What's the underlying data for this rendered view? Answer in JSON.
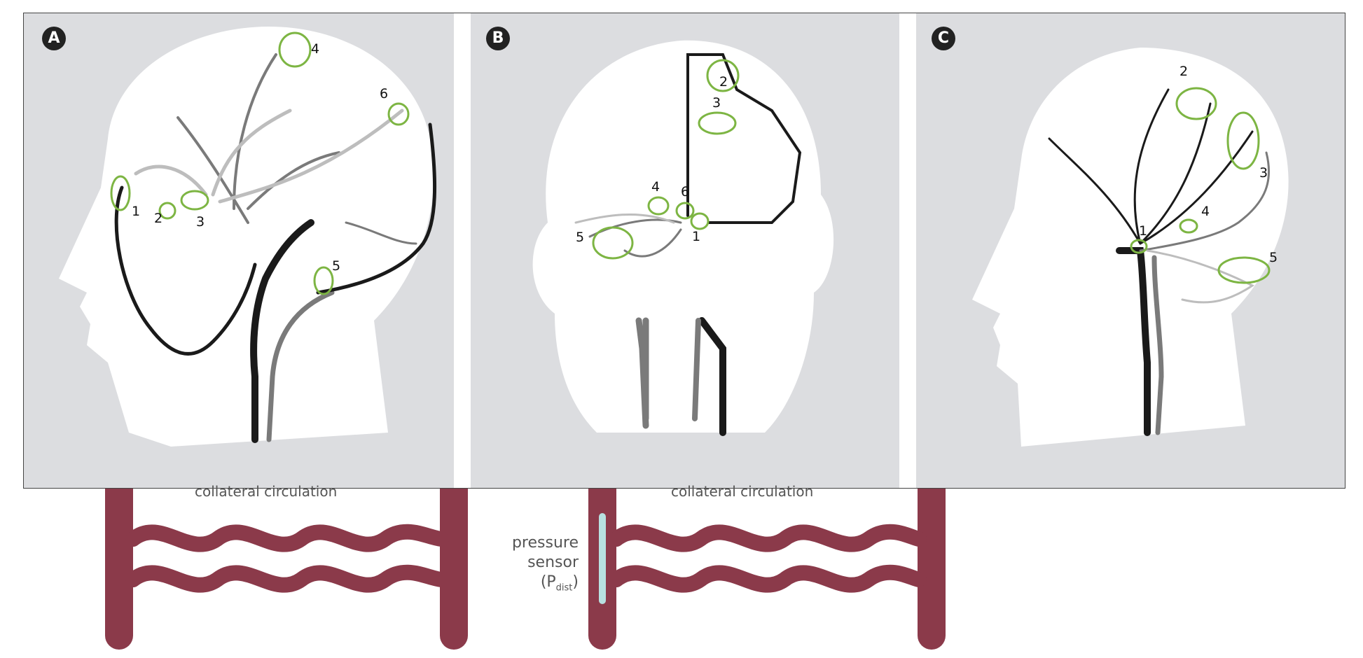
{
  "panels": [
    {
      "id": "A",
      "label": "A",
      "markers": [
        "1",
        "2",
        "3",
        "4",
        "5",
        "6"
      ]
    },
    {
      "id": "B",
      "label": "B",
      "markers": [
        "2",
        "3",
        "4",
        "6",
        "5",
        "1"
      ]
    },
    {
      "id": "C",
      "label": "C",
      "markers": [
        "2",
        "3",
        "4",
        "1",
        "5"
      ]
    }
  ],
  "bottom": {
    "left_caption": "collateral circulation",
    "right_caption": "collateral circulation",
    "sensor_line1": "pressure",
    "sensor_line2": "sensor",
    "sensor_line3": "(P",
    "sensor_sub": "dist",
    "sensor_close": ")"
  },
  "colors": {
    "panel_bg": "#dcdde0",
    "vessel_dark": "#1a1a1a",
    "vessel_mid": "#7a7a7a",
    "vessel_light": "#bdbdbd",
    "marker": "#7db543",
    "artery": "#8b3a4a"
  }
}
